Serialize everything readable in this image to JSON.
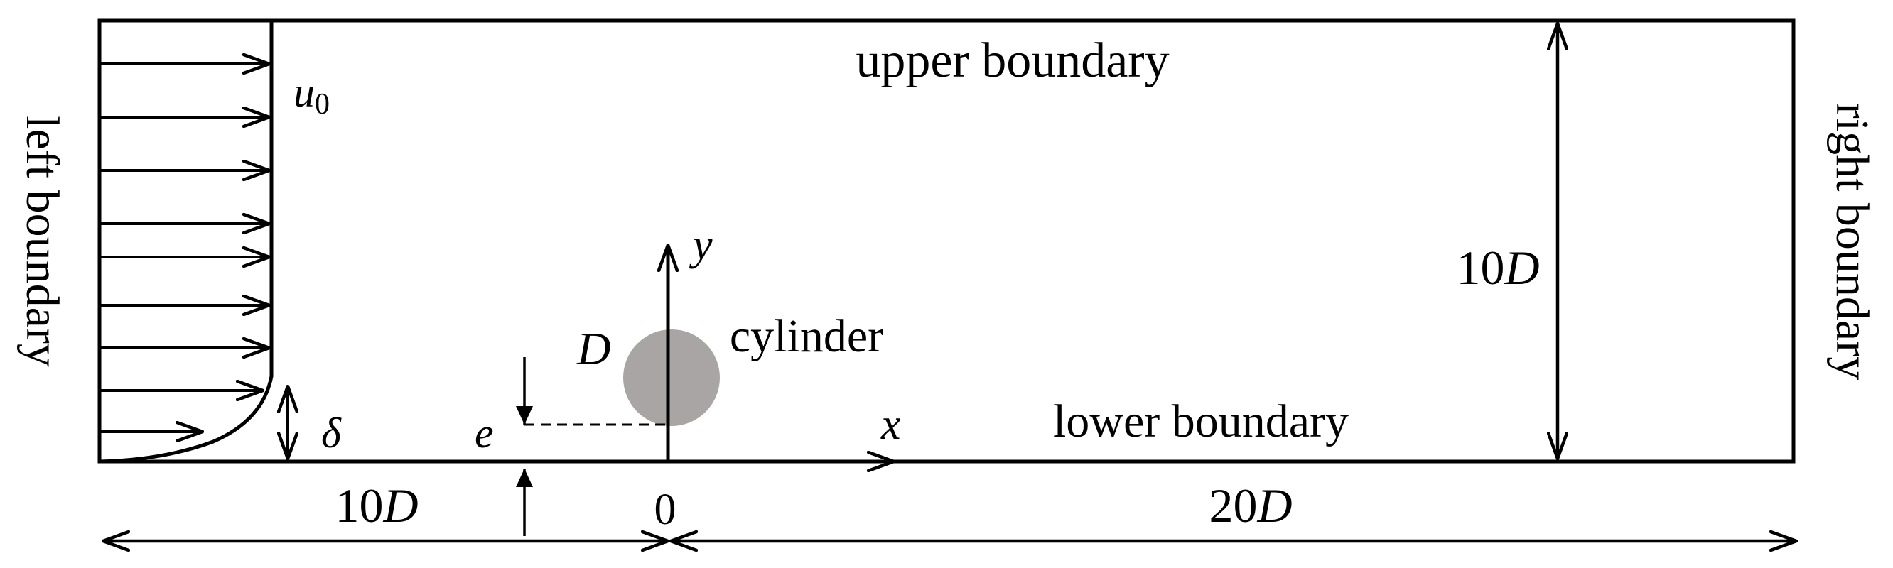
{
  "labels": {
    "upper_boundary": "upper boundary",
    "lower_boundary": "lower boundary",
    "left_boundary": "left boundary",
    "right_boundary": "right boundary",
    "cylinder": "cylinder",
    "inflow_velocity": "u",
    "inflow_velocity_subscript": "0",
    "boundary_layer_thickness": "δ",
    "gap": "e",
    "diameter": "D",
    "x_axis": "x",
    "y_axis": "y",
    "origin": "0",
    "height_value": "10",
    "upstream_value": "10",
    "downstream_value": "20",
    "unit_symbol": "D"
  },
  "colors": {
    "line": "#000000",
    "cylinder_fill": "#a9a5a5"
  }
}
